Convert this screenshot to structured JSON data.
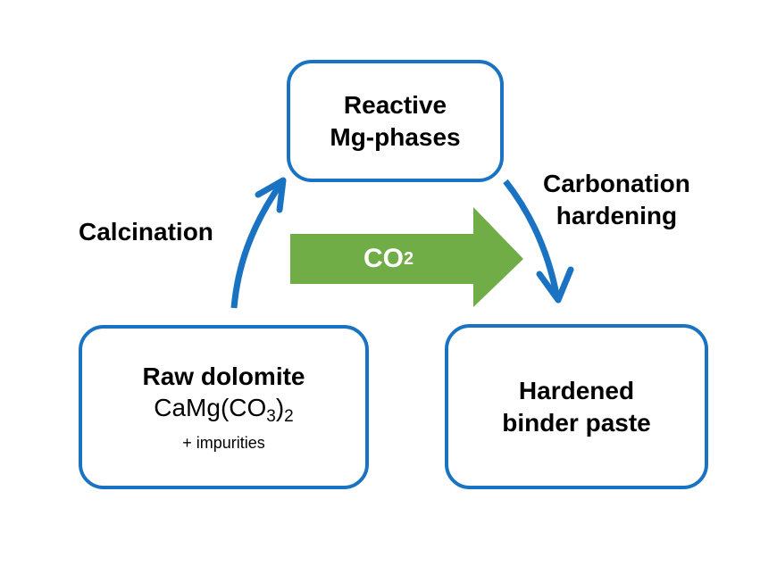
{
  "diagram": {
    "nodes": {
      "reactive": {
        "line1": "Reactive",
        "line2": "Mg-phases"
      },
      "raw": {
        "title": "Raw dolomite",
        "formula_main": "CaMg(CO",
        "formula_sub3": "3",
        "formula_close": ")",
        "formula_sub2": "2",
        "note": "+ impurities"
      },
      "hardened": {
        "line1": "Hardened",
        "line2": "binder paste"
      }
    },
    "edges": {
      "calcination": {
        "label": "Calcination"
      },
      "carbonation": {
        "line1": "Carbonation",
        "line2": "hardening"
      }
    },
    "co2_arrow": {
      "label_main": "CO",
      "label_sub": "2"
    },
    "colors": {
      "box_border": "#1a73c2",
      "curved_arrow": "#1a73c2",
      "co2_arrow": "#70ad47",
      "text": "#000000"
    }
  }
}
